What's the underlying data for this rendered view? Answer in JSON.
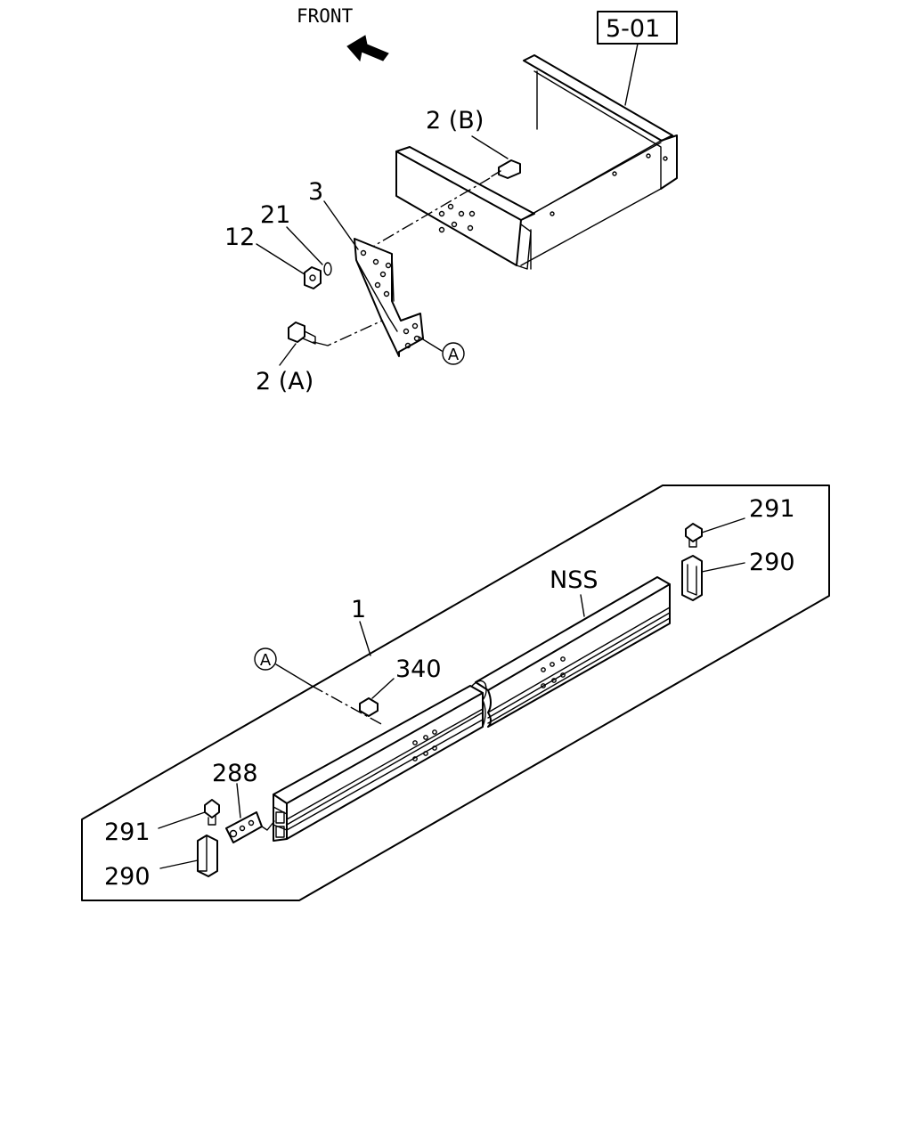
{
  "front_label": "FRONT",
  "ref_box": "5-01",
  "circle_ref": "A",
  "callouts": {
    "c2b": "2 (B)",
    "c3": "3",
    "c21": "21",
    "c12": "12",
    "c2a": "2 (A)",
    "c1": "1",
    "nss": "NSS",
    "c340": "340",
    "c288": "288",
    "c291_top": "291",
    "c290_top": "290",
    "c291_bottom": "291",
    "c290_bottom": "290"
  },
  "icons": {
    "front_arrow": "arrow-up-left-icon"
  }
}
